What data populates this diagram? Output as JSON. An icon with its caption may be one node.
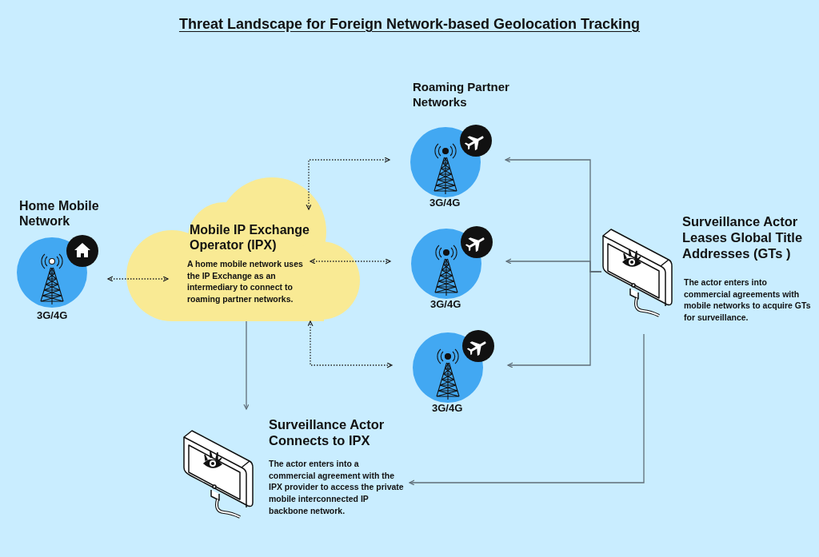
{
  "diagram": {
    "title": "Threat Landscape for Foreign Network-based Geolocation Tracking",
    "nodes": [
      {
        "text": [
          "Home Mobile Network",
          "3G/4G"
        ]
      },
      {
        "text": [
          "Mobile IP Exchange Operator (IPX)",
          "A home mobile network uses the IP Exchange as an intermediary to connect to roaming partner networks."
        ]
      },
      {
        "text": [
          "3G/4G"
        ]
      },
      {
        "text": [
          "3G/4G"
        ]
      },
      {
        "text": [
          "3G/4G"
        ]
      },
      {
        "text": [
          "Surveillance Actor Leases Global Title Addresses (GTs )",
          "The actor enters into commercial agreements with mobile networks to acquire GTs for surveillance."
        ]
      },
      {
        "text": [
          "Surveillance Actor Connects to IPX",
          "The actor enters into a commercial agreement with the IPX provider to access the private mobile interconnected IP backbone network."
        ]
      }
    ],
    "edges": [
      {
        "from": 0,
        "to": 1,
        "arrow": "both",
        "style": "dashed",
        "color": "#222222"
      },
      {
        "from": 1,
        "to": 2,
        "arrow": "both",
        "style": "dashed",
        "color": "#222222"
      },
      {
        "from": 1,
        "to": 3,
        "arrow": "both",
        "style": "dashed",
        "color": "#222222"
      },
      {
        "from": 1,
        "to": 4,
        "arrow": "both",
        "style": "dashed",
        "color": "#222222"
      },
      {
        "from": 5,
        "to": 2,
        "arrow": "to"
      },
      {
        "from": 5,
        "to": 3,
        "arrow": "to"
      },
      {
        "from": 5,
        "to": 4,
        "arrow": "to"
      },
      {
        "from": 5,
        "to": 6,
        "arrow": "to"
      },
      {
        "from": 1,
        "to": 6,
        "arrow": "to"
      }
    ],
    "labels": [
      "Roaming Partner Networks"
    ]
  }
}
